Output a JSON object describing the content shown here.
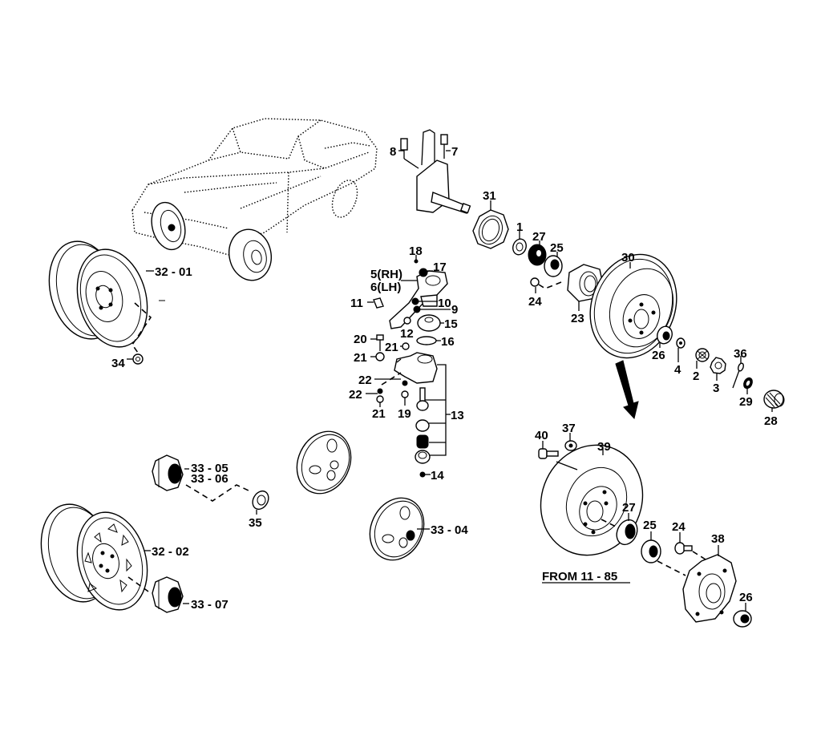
{
  "diagram": {
    "callouts": {
      "c8": "8",
      "c7": "7",
      "c31": "31",
      "c1": "1",
      "c27a": "27",
      "c25a": "25",
      "c30": "30",
      "c24a": "24",
      "c23": "23",
      "c18": "18",
      "c17": "17",
      "c5": "5(RH)",
      "c6": "6(LH)",
      "c11": "11",
      "c10": "10",
      "c9": "9",
      "c15": "15",
      "c12": "12",
      "c16": "16",
      "c20": "20",
      "c21a": "21",
      "c21b": "21",
      "c22a": "22",
      "c22b": "22",
      "c21c": "21",
      "c19": "19",
      "c13": "13",
      "c14": "14",
      "c26a": "26",
      "c4": "4",
      "c2": "2",
      "c3": "3",
      "c36": "36",
      "c29": "29",
      "c28": "28",
      "c40": "40",
      "c37": "37",
      "c39": "39",
      "c27b": "27",
      "c25b": "25",
      "c24b": "24",
      "c38": "38",
      "c26b": "26",
      "c3201": "32 - 01",
      "c34": "34",
      "c3305": "33 - 05",
      "c3306": "33 - 06",
      "c35": "35",
      "c3202": "32 - 02",
      "c3307": "33 - 07",
      "c3304": "33 - 04"
    },
    "note": "FROM 11 - 85"
  }
}
